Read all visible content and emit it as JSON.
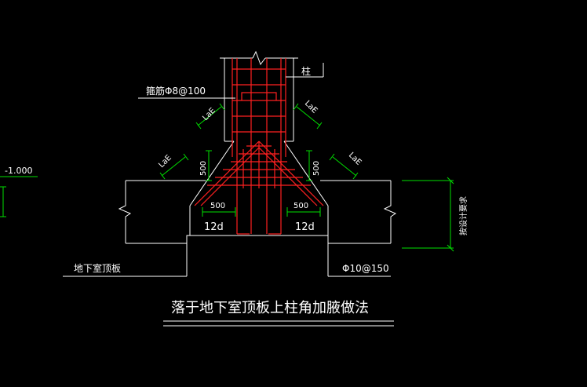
{
  "canvas": {
    "background": "#000000"
  },
  "colors": {
    "white": "#ffffff",
    "red": "#ff2020",
    "green": "#00e000",
    "cyan": "#00ffff"
  },
  "labels": {
    "elevation": "-1.000",
    "stirrup": "箍筋Φ8@100",
    "column": "柱",
    "lae_tl": "LaE",
    "lae_tr": "LaE",
    "lae_ml": "LaE",
    "lae_mr": "LaE",
    "dim_500_vl": "500",
    "dim_500_vr": "500",
    "dim_500_hl": "500",
    "dim_500_hr": "500",
    "d12_left": "12d",
    "d12_right": "12d",
    "slab_label": "地下室顶板",
    "bar_spec": "Φ10@150",
    "right_note": "按设计要求",
    "title": "落于地下室顶板上柱角加腋做法"
  }
}
